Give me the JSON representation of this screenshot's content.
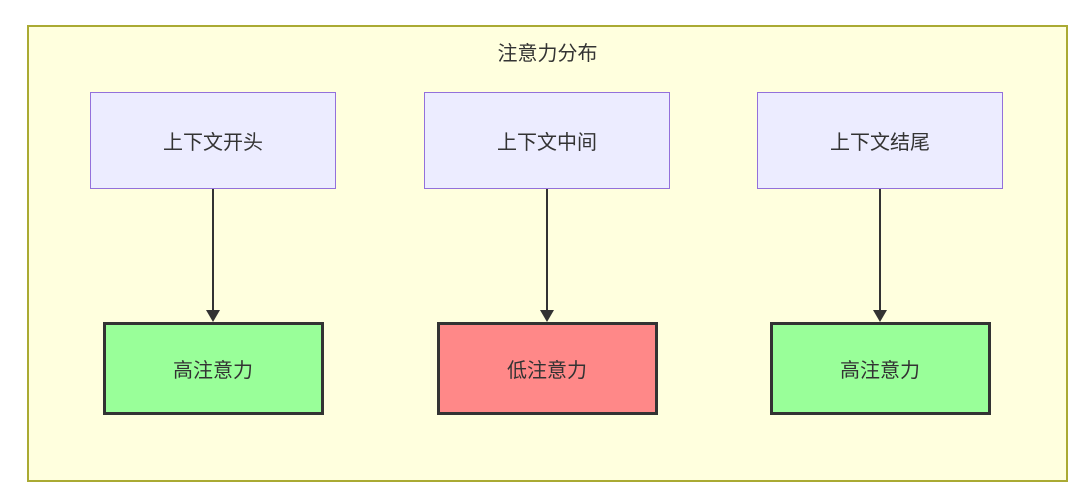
{
  "diagram": {
    "title": "注意力分布",
    "columns": [
      {
        "source": "上下文开头",
        "target": "高注意力",
        "level": "high"
      },
      {
        "source": "上下文中间",
        "target": "低注意力",
        "level": "low"
      },
      {
        "source": "上下文结尾",
        "target": "高注意力",
        "level": "high"
      }
    ],
    "colors": {
      "panel_bg": "#ffffde",
      "panel_border": "#aaaa33",
      "source_fill": "#ececff",
      "source_border": "#9370db",
      "high_fill": "#99ff99",
      "low_fill": "#ff8888",
      "node_border": "#333333",
      "arrow": "#333333",
      "text": "#333333"
    }
  }
}
